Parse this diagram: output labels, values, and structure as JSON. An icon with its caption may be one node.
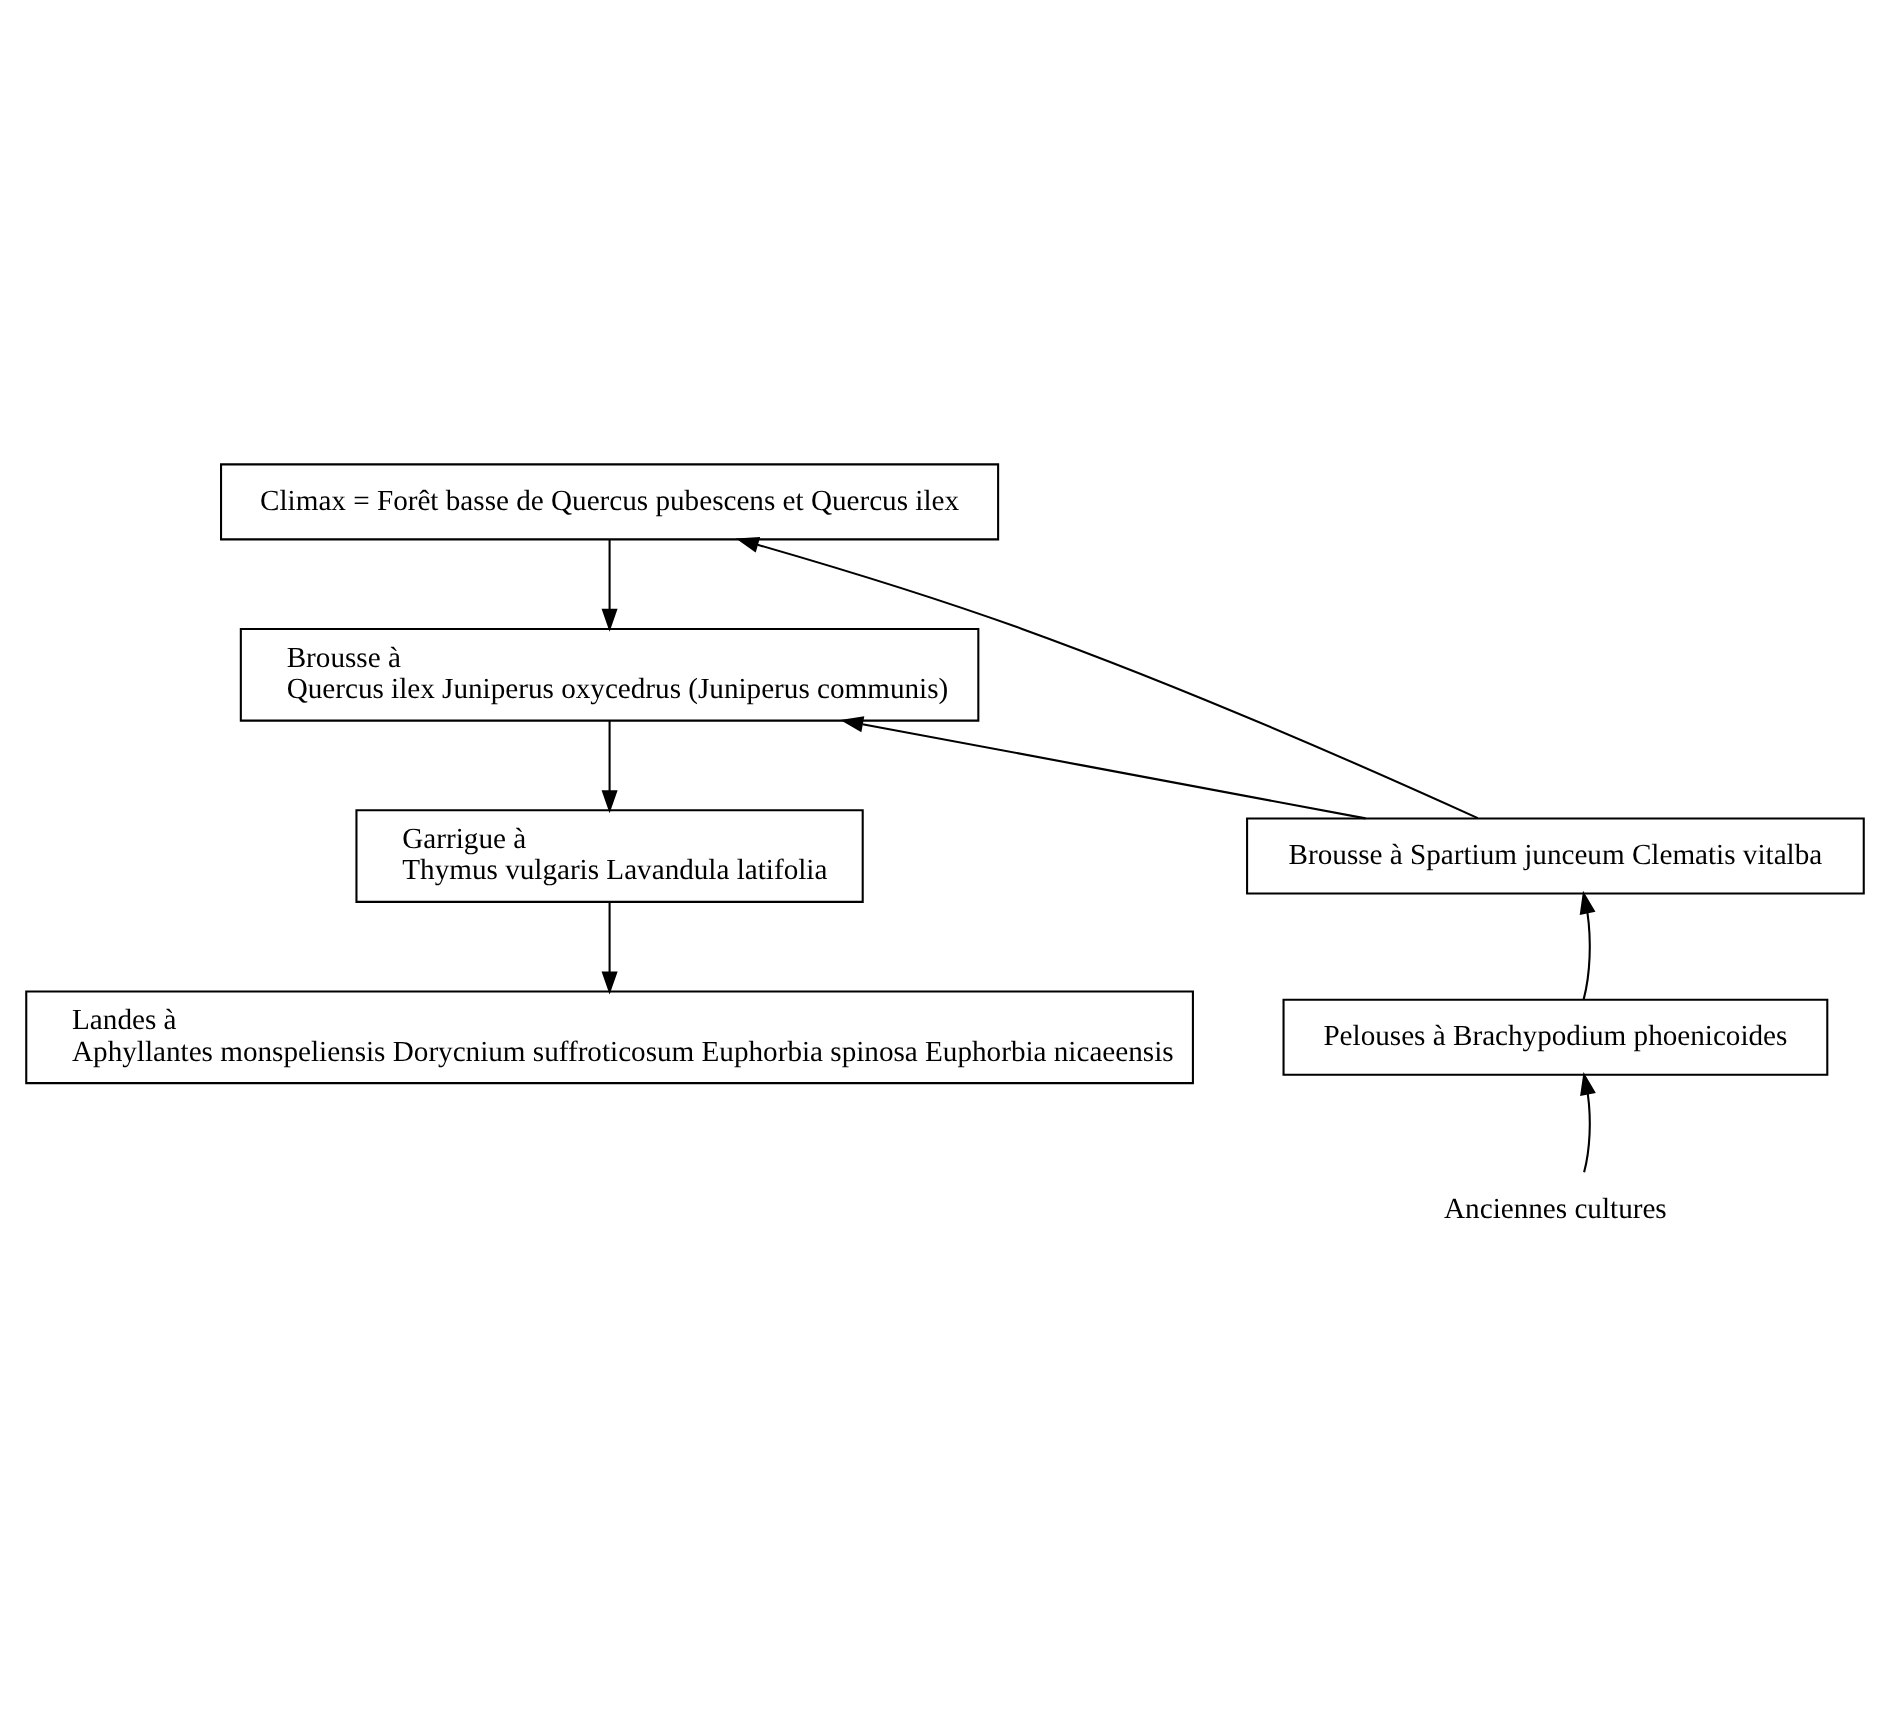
{
  "diagram": {
    "nodes": [
      {
        "text": [
          "Climax = Forêt basse de Quercus pubescens et Quercus ilex"
        ]
      },
      {
        "text": [
          "Brousse à",
          "Quercus ilex Juniperus oxycedrus (Juniperus communis)"
        ]
      },
      {
        "text": [
          "Garrigue à",
          "Thymus vulgaris Lavandula latifolia"
        ]
      },
      {
        "text": [
          "Landes à",
          "Aphyllantes monspeliensis Dorycnium suffroticosum Euphorbia spinosa Euphorbia nicaeensis"
        ]
      },
      {
        "text": [
          "Brousse à Spartium junceum Clematis vitalba"
        ]
      },
      {
        "text": [
          "Pelouses à Brachypodium phoenicoides"
        ]
      },
      {
        "text": [
          "Anciennes cultures"
        ]
      }
    ],
    "edges": [
      {
        "from": 0,
        "to": 1,
        "arrow": "to"
      },
      {
        "from": 1,
        "to": 2,
        "arrow": "to"
      },
      {
        "from": 2,
        "to": 3,
        "arrow": "to"
      },
      {
        "from": 4,
        "to": 0,
        "arrow": "to"
      },
      {
        "from": 4,
        "to": 1,
        "arrow": "to"
      },
      {
        "from": 5,
        "to": 4,
        "arrow": "to"
      },
      {
        "from": 6,
        "to": 5,
        "arrow": "to"
      }
    ]
  }
}
